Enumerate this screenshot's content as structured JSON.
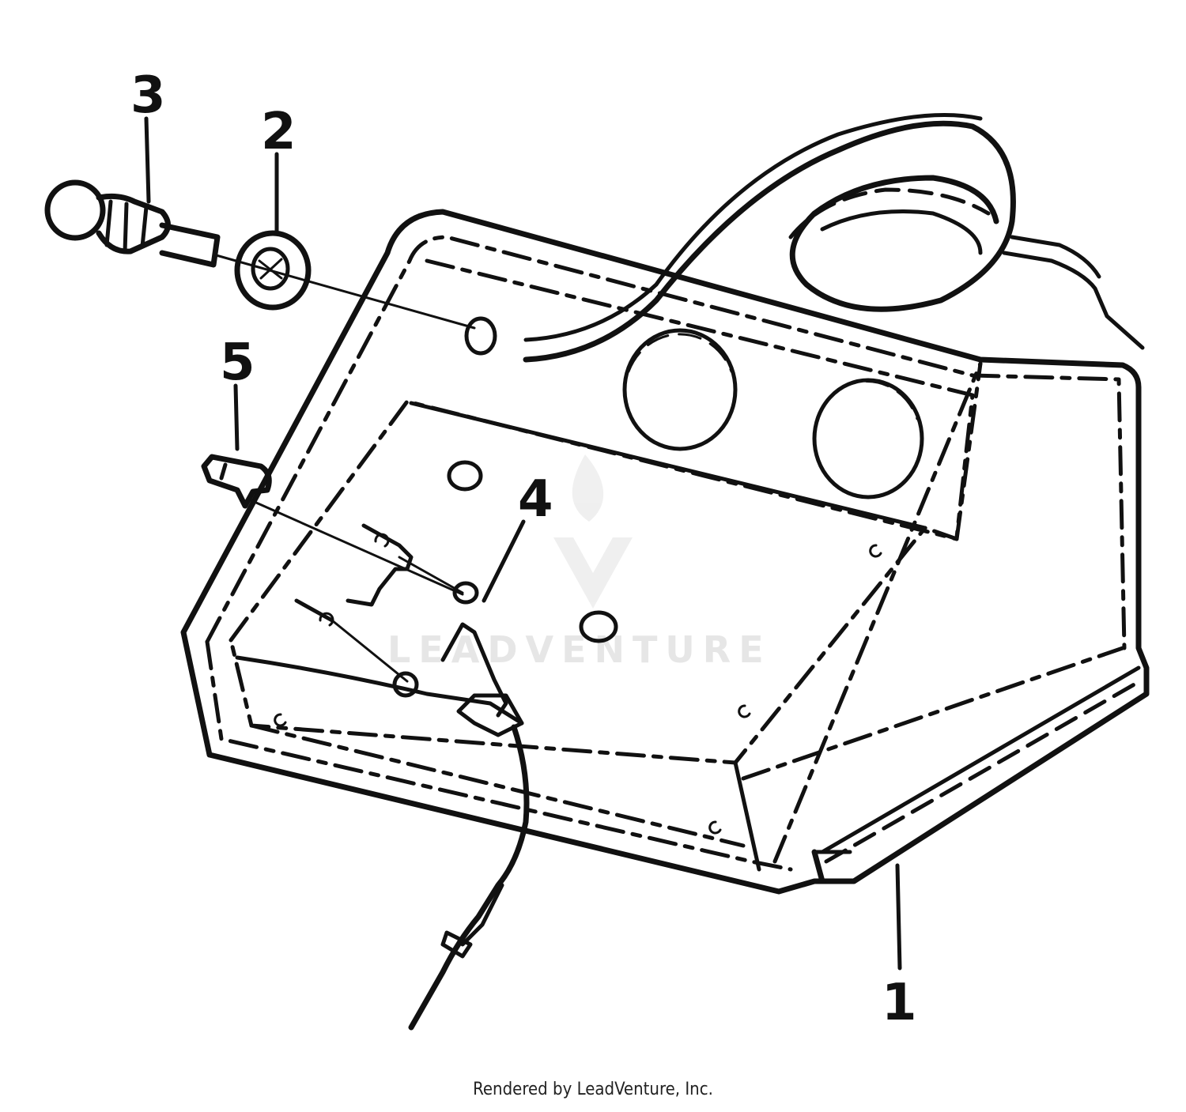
{
  "callouts": [
    {
      "id": "1",
      "label": "1"
    },
    {
      "id": "2",
      "label": "2"
    },
    {
      "id": "3",
      "label": "3"
    },
    {
      "id": "4",
      "label": "4"
    },
    {
      "id": "5",
      "label": "5"
    }
  ],
  "watermark": {
    "text": "LEADVENTURE",
    "color": "#e6e6e6"
  },
  "footer": {
    "credit": "Rendered by LeadVenture, Inc."
  },
  "colors": {
    "line": "#111111",
    "background": "#ffffff"
  }
}
